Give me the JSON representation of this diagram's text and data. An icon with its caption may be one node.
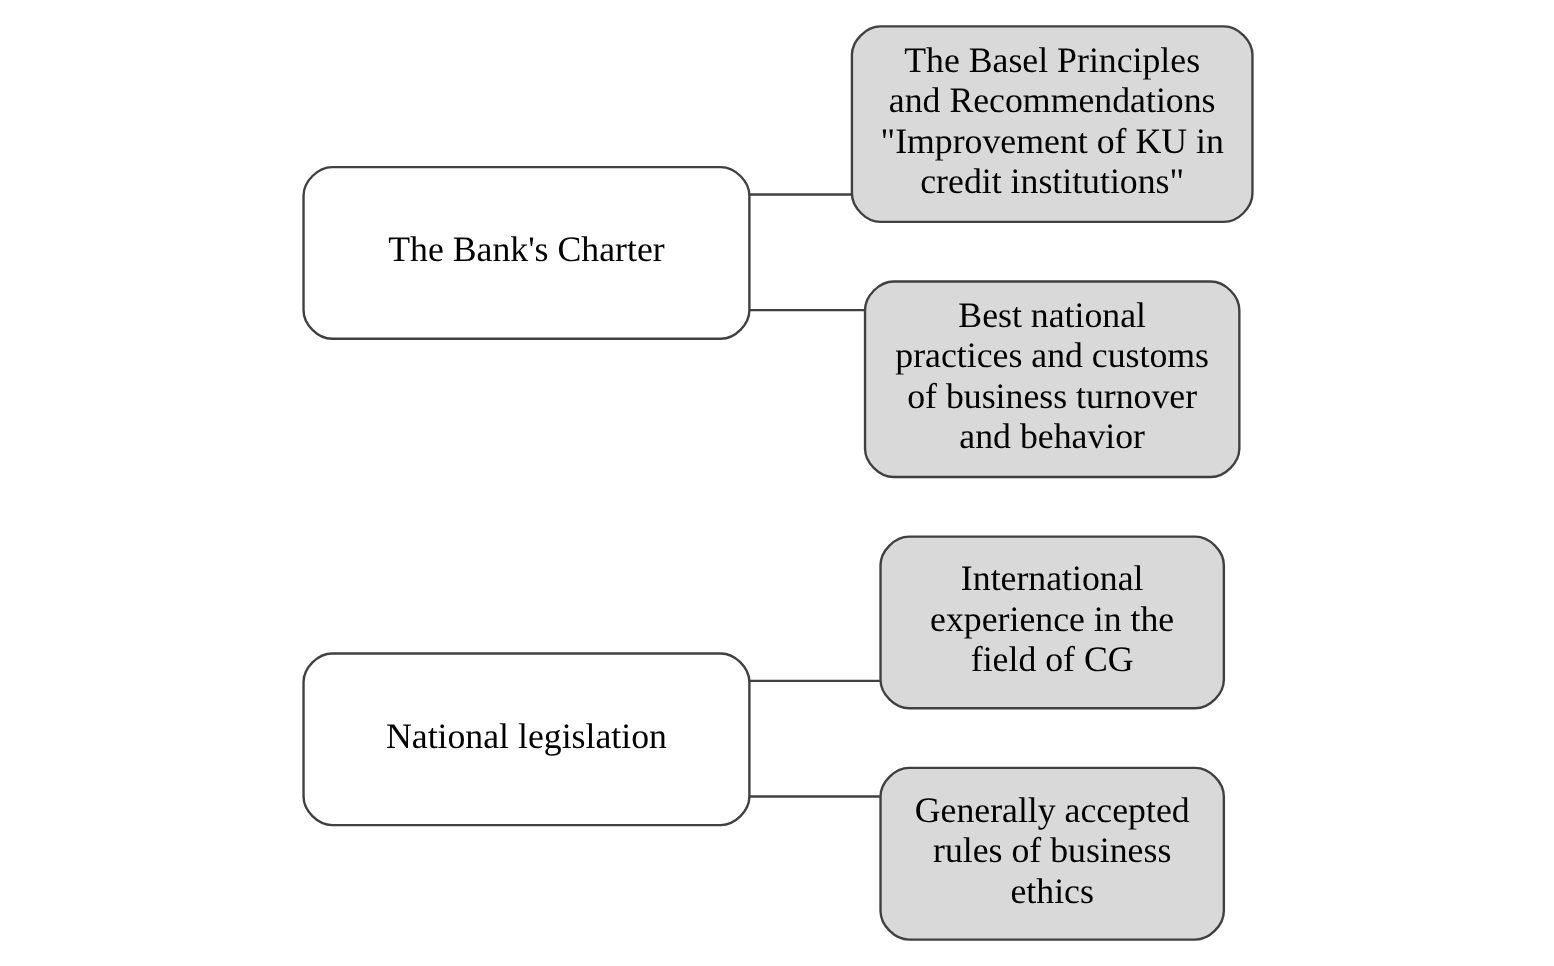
{
  "diagram": {
    "nodes": [
      {
        "text": [
          "National legislation"
        ]
      },
      {
        "text": [
          "International experience in the field of CG"
        ]
      },
      {
        "text": [
          "Generally accepted rules of business ethics"
        ]
      },
      {
        "text": [
          "The Bank's Charter"
        ]
      },
      {
        "text": [
          "The Basel Principles and Recommendations \"Improvement of KU in credit institutions\""
        ]
      },
      {
        "text": [
          "Best national practices and customs of business turnover and behavior"
        ]
      }
    ],
    "edges": [
      {
        "from": 0,
        "to": 1,
        "arrow": "none"
      },
      {
        "from": 0,
        "to": 2,
        "arrow": "none"
      },
      {
        "from": 3,
        "to": 4,
        "arrow": "none"
      },
      {
        "from": 3,
        "to": 5,
        "arrow": "none"
      }
    ]
  }
}
